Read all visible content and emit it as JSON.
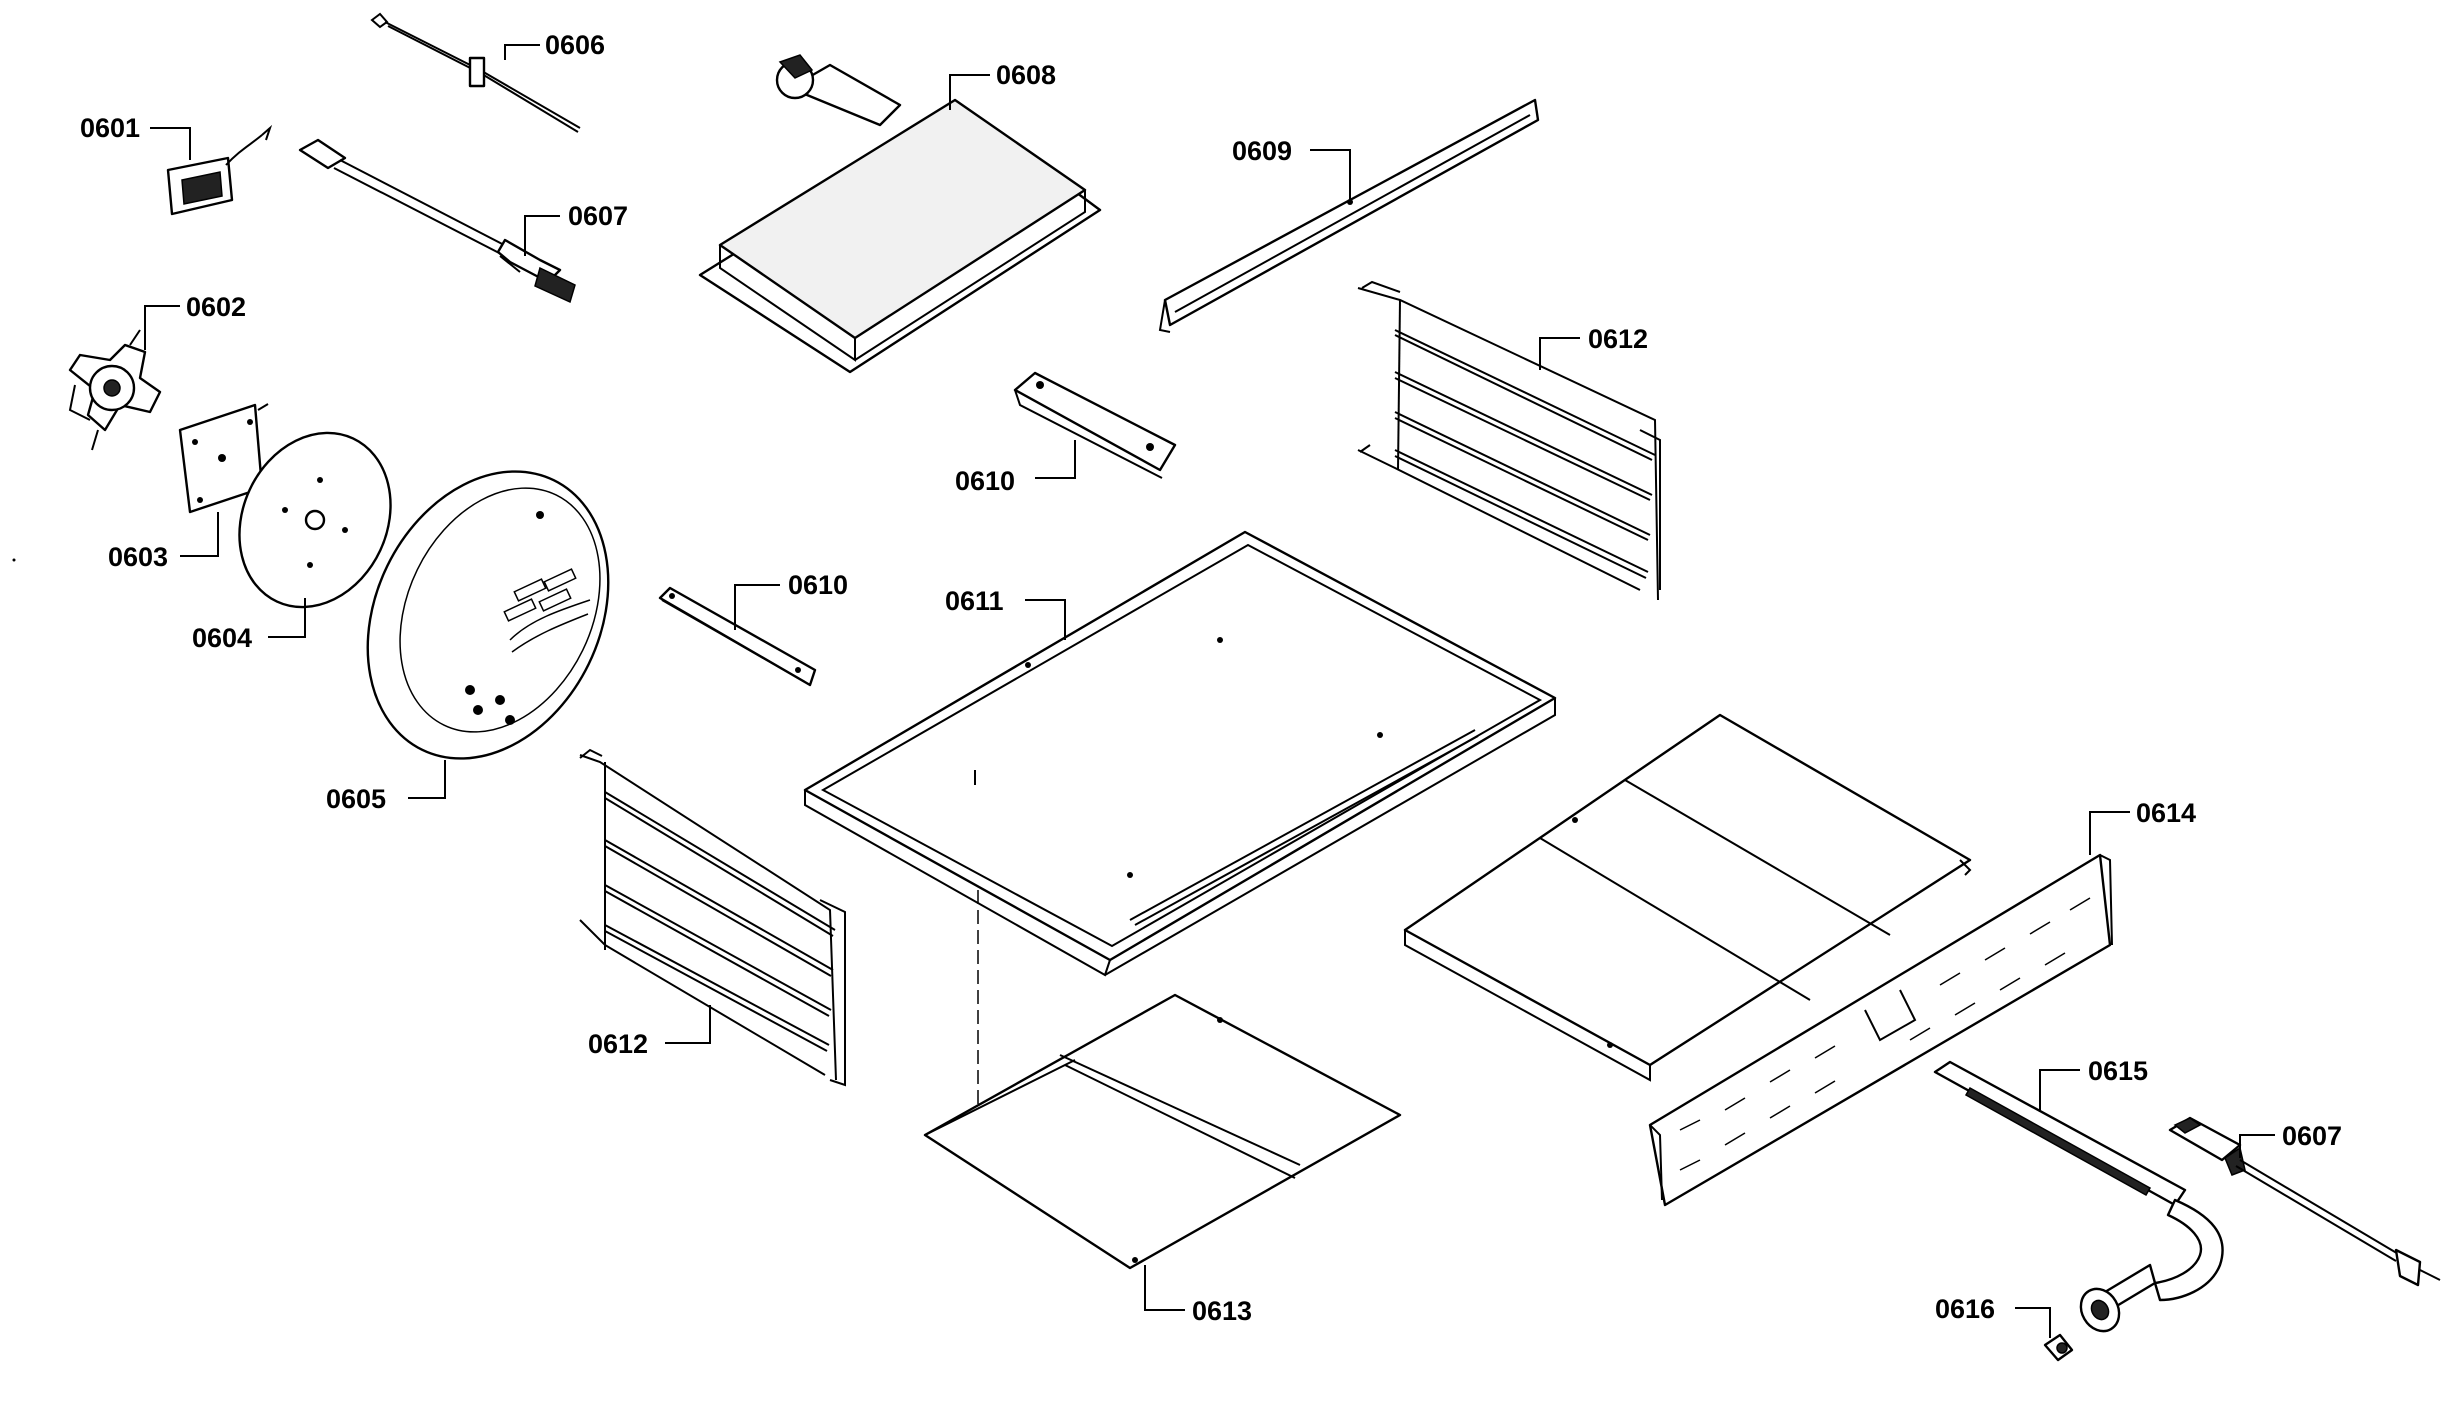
{
  "callouts": {
    "c0601": "0601",
    "c0602": "0602",
    "c0603": "0603",
    "c0604": "0604",
    "c0605": "0605",
    "c0606": "0606",
    "c0607a": "0607",
    "c0607b": "0607",
    "c0608": "0608",
    "c0609": "0609",
    "c0610a": "0610",
    "c0610b": "0610",
    "c0611": "0611",
    "c0612a": "0612",
    "c0612b": "0612",
    "c0613": "0613",
    "c0614": "0614",
    "c0615": "0615",
    "c0616": "0616"
  }
}
